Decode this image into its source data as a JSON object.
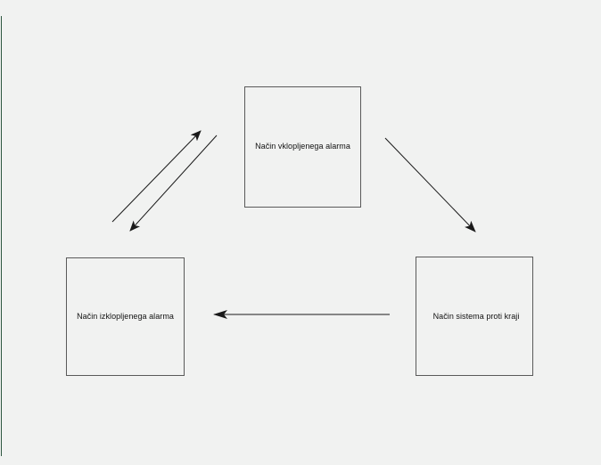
{
  "diagram": {
    "type": "state-diagram",
    "background_color": "#f1f2f1",
    "accent_rule_color": "#2d5740",
    "node_border_color": "#5a5a5a",
    "arrow_color": "#1a1a1a",
    "nodes": [
      {
        "id": "armed",
        "label": "Način vklopljenega alarma",
        "position": "top-center"
      },
      {
        "id": "disarmed",
        "label": "Način izklopljenega alarma",
        "position": "bottom-left"
      },
      {
        "id": "antitheft",
        "label": "Način sistema proti kraji",
        "position": "bottom-right"
      }
    ],
    "edges": [
      {
        "id": "disarmed-to-armed",
        "from": "disarmed",
        "to": "armed",
        "direction": "up-right"
      },
      {
        "id": "armed-to-disarmed",
        "from": "armed",
        "to": "disarmed",
        "direction": "down-left"
      },
      {
        "id": "armed-to-antitheft",
        "from": "armed",
        "to": "antitheft",
        "direction": "down-right"
      },
      {
        "id": "antitheft-to-disarmed",
        "from": "antitheft",
        "to": "disarmed",
        "direction": "left"
      }
    ]
  }
}
